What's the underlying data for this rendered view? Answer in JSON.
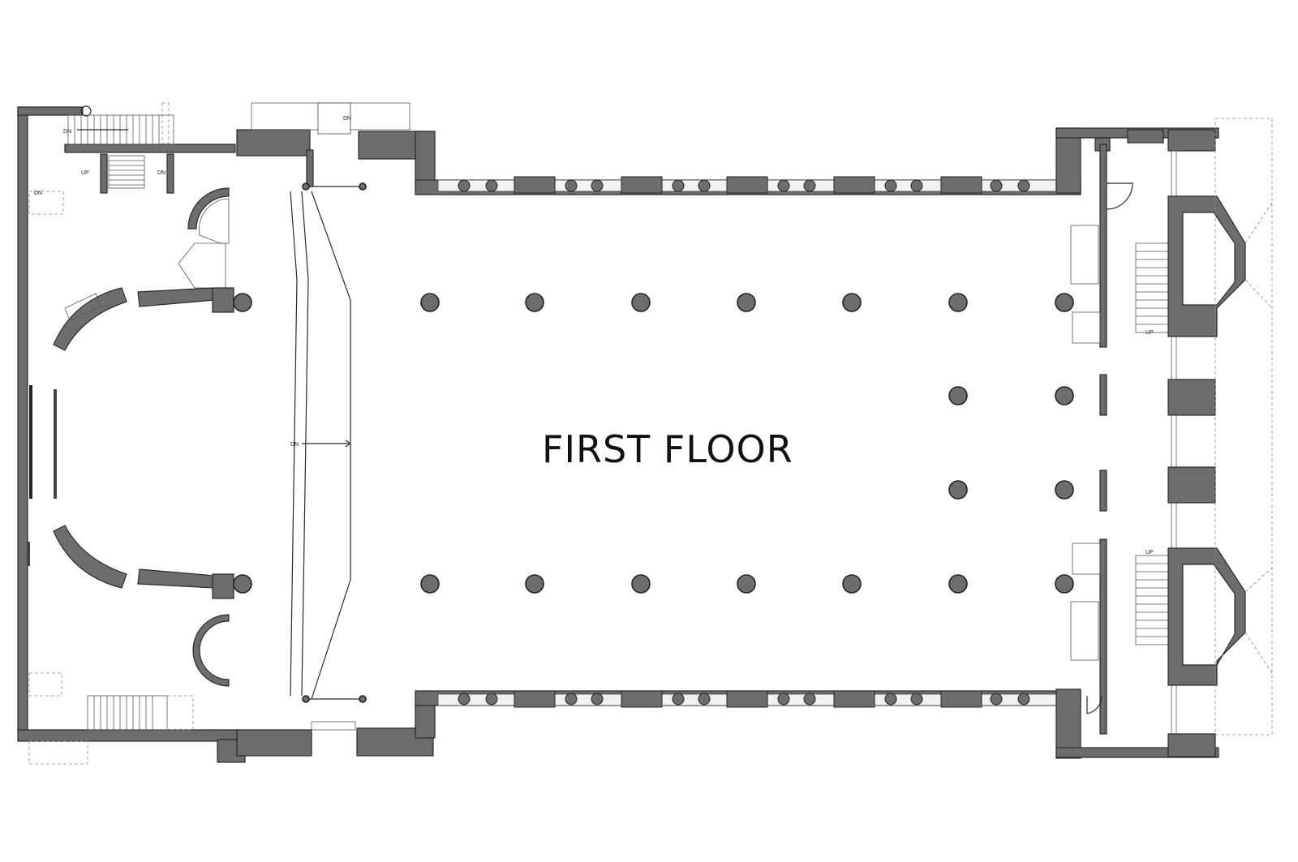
{
  "plan": {
    "title": "FIRST FLOOR",
    "stair_labels": {
      "dn_top_left": "DN",
      "up_top_left": "UP",
      "dn_top_left_2": "DN",
      "dn_left": "DN",
      "dn_top_center": "DN",
      "dn_ramp": "DN",
      "up_right_upper": "UP",
      "up_right_lower": "UP"
    },
    "colors": {
      "wall": "#6d6d6d",
      "line": "#2a2a2a",
      "background": "#ffffff"
    }
  }
}
